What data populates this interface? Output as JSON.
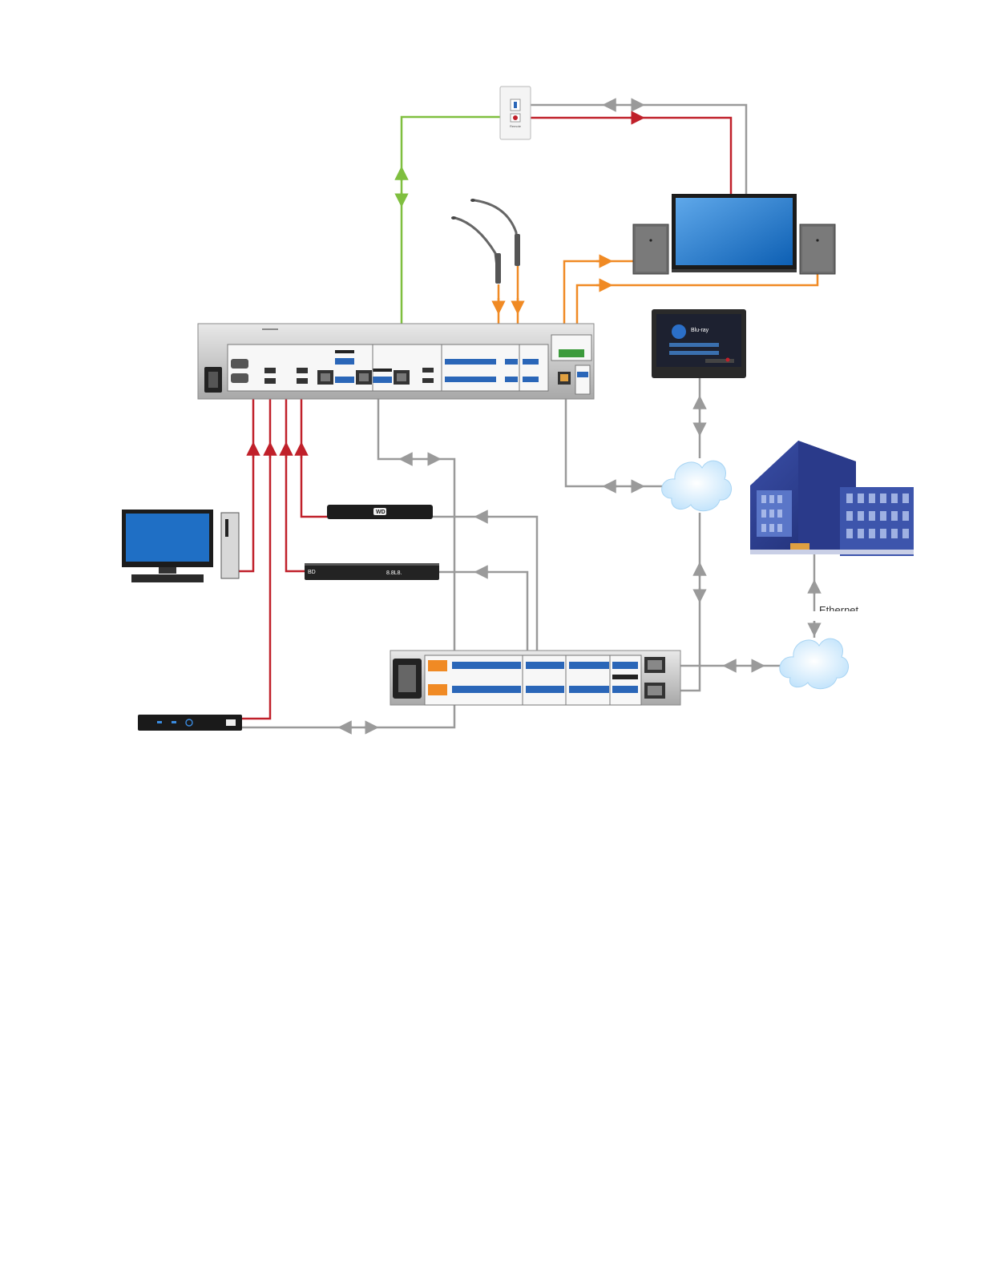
{
  "labels": {
    "ethernet": "Ethernet",
    "touchpanel_title": "Blu-ray",
    "wallplate_label": "Remote",
    "media_player_logo": "WD",
    "bluray_brand": "BD",
    "bluray_display": "8.8L8."
  },
  "colors": {
    "video_hdmi": "#c0202a",
    "control_network": "#9a9a9a",
    "audio": "#f08a24",
    "hdbaset": "#7fbf3f",
    "screen_blue": "#1670c8",
    "connector_blue": "#2a66b8"
  },
  "icons": [
    "wall-plate-icon",
    "display-icon",
    "speaker-icon",
    "microphone-icon",
    "control-processor-icon",
    "touch-panel-icon",
    "network-cloud-icon",
    "building-icon",
    "desktop-computer-icon",
    "media-player-icon",
    "bluray-player-icon",
    "cable-box-icon",
    "dsp-amplifier-icon"
  ]
}
